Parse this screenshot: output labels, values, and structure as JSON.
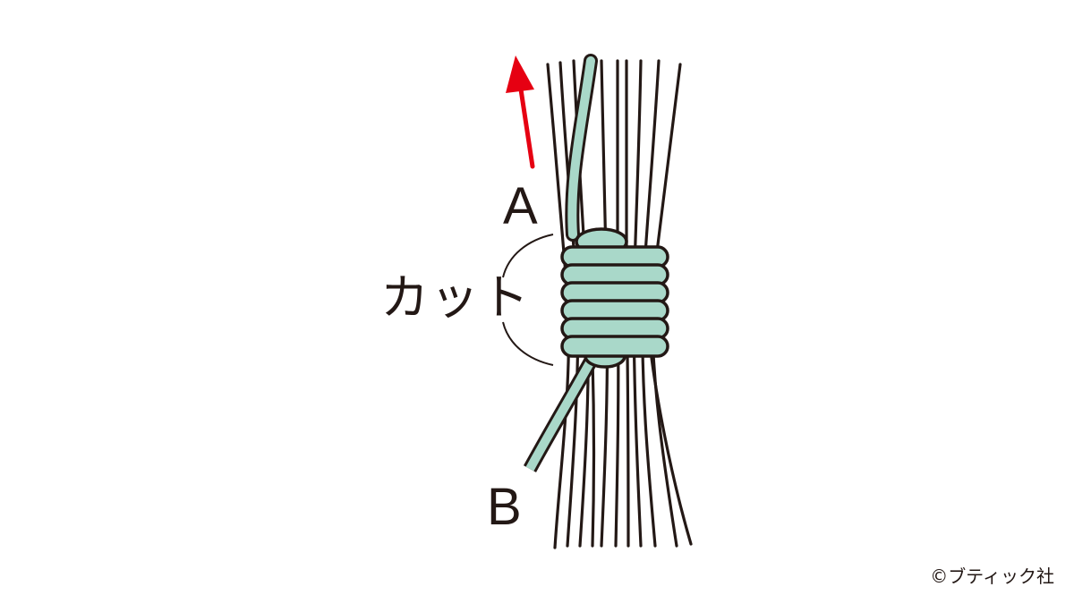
{
  "diagram": {
    "label_a": "A",
    "label_b": "B",
    "cut_label": "カット",
    "arrow_color": "#e60012",
    "cord_color": "#a9d8c9",
    "outline_color": "#231815"
  },
  "footer": {
    "copyright": "©ブティック社"
  }
}
